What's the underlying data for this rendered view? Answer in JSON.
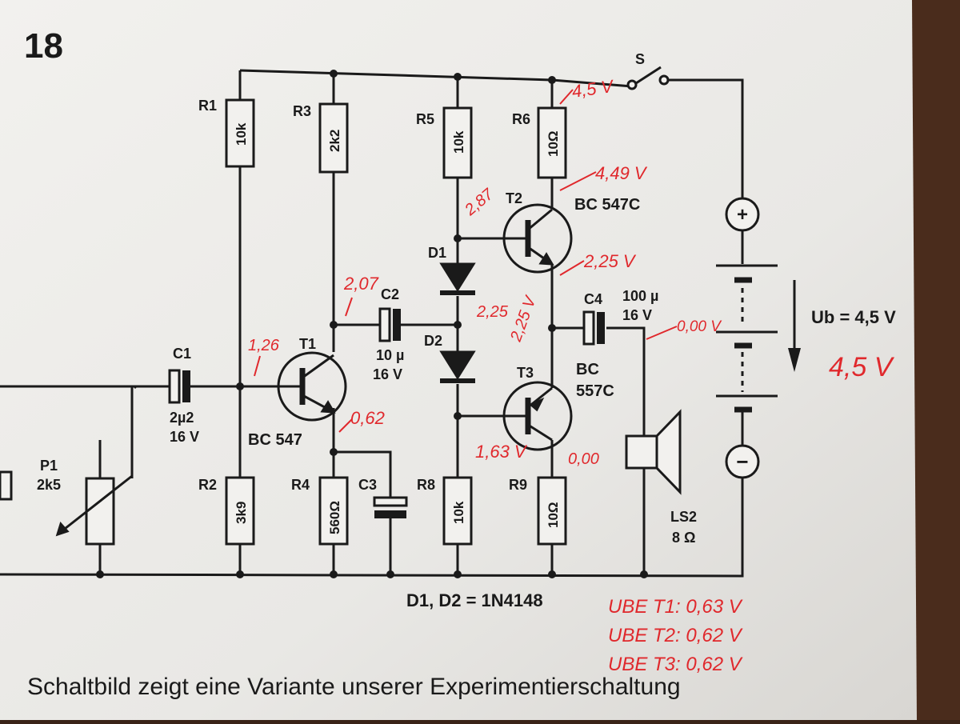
{
  "page_number": "18",
  "switch_label": "S",
  "resistors": [
    {
      "ref": "R1",
      "value": "10k"
    },
    {
      "ref": "R2",
      "value": "3k9"
    },
    {
      "ref": "R3",
      "value": "2k2"
    },
    {
      "ref": "R4",
      "value": "560Ω"
    },
    {
      "ref": "R5",
      "value": "10k"
    },
    {
      "ref": "R6",
      "value": "10Ω"
    },
    {
      "ref": "R8",
      "value": "10k"
    },
    {
      "ref": "R9",
      "value": "10Ω"
    }
  ],
  "capacitors": [
    {
      "ref": "C1",
      "value": "2µ2",
      "voltage": "16 V"
    },
    {
      "ref": "C2",
      "value": "10 µ",
      "voltage": "16 V"
    },
    {
      "ref": "C3"
    },
    {
      "ref": "C4",
      "value": "100 µ",
      "voltage": "16 V"
    }
  ],
  "transistors": [
    {
      "ref": "T1",
      "type": "BC 547"
    },
    {
      "ref": "T2",
      "type": "BC 547C"
    },
    {
      "ref": "T3",
      "type_line1": "BC",
      "type_line2": "557C"
    }
  ],
  "diodes": {
    "d1": "D1",
    "d2": "D2",
    "note": "D1, D2 = 1N4148"
  },
  "pot": {
    "ref": "P1",
    "value": "2k5"
  },
  "speaker": {
    "ref": "LS2",
    "value": "8 Ω"
  },
  "supply": {
    "label": "Ub = 4,5 V",
    "plus": "+",
    "minus": "−"
  },
  "annotations": {
    "supply_measured": "4,5 V",
    "ub_measured": "4,5 V",
    "t2_collector": "4,49 V",
    "t2_base": "2,87",
    "t2_emitter": "2,25 V",
    "d_mid": "2,25",
    "c2_left": "2,07",
    "t1_base": "1,26",
    "t1_emitter": "0,62",
    "t3_emitter": "2,25 V",
    "t3_base": "1,63 V",
    "t3_collector": "0,00",
    "c4_out": "0,00 V",
    "ube1": "UBE T1: 0,63 V",
    "ube2": "UBE T2: 0,62 V",
    "ube3": "UBE T3: 0,62 V"
  },
  "caption_line": "Schaltbild zeigt eine Variante unserer Experimentierschaltung"
}
